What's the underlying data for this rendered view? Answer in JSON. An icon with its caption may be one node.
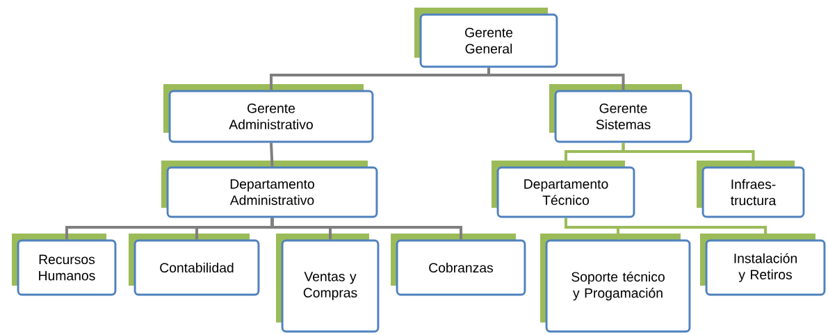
{
  "diagram": {
    "nodes": [
      {
        "text": [
          "Gerente General"
        ]
      },
      {
        "text": [
          "Gerente Administrativo"
        ]
      },
      {
        "text": [
          "Gerente Sistemas"
        ]
      },
      {
        "text": [
          "Departamento Administrativo"
        ]
      },
      {
        "text": [
          "Departamento Técnico"
        ]
      },
      {
        "text": [
          "Infraes- tructura"
        ]
      },
      {
        "text": [
          "Recursos Humanos"
        ]
      },
      {
        "text": [
          "Contabilidad"
        ]
      },
      {
        "text": [
          "Ventas y Compras"
        ]
      },
      {
        "text": [
          "Cobranzas"
        ]
      },
      {
        "text": [
          "Soporte técnico y Progamación"
        ]
      },
      {
        "text": [
          "Instalación y Retiros"
        ]
      }
    ],
    "edges": [
      {
        "from": 0,
        "to": 1,
        "arrow": "none"
      },
      {
        "from": 0,
        "to": 2,
        "arrow": "none"
      },
      {
        "from": 1,
        "to": 3,
        "arrow": "none"
      },
      {
        "from": 3,
        "to": 6,
        "arrow": "none"
      },
      {
        "from": 3,
        "to": 7,
        "arrow": "none"
      },
      {
        "from": 3,
        "to": 8,
        "arrow": "none"
      },
      {
        "from": 3,
        "to": 9,
        "arrow": "none"
      },
      {
        "from": 2,
        "to": 4,
        "arrow": "none",
        "color": "#9bbb59"
      },
      {
        "from": 2,
        "to": 5,
        "arrow": "none",
        "color": "#9bbb59"
      },
      {
        "from": 4,
        "to": 10,
        "arrow": "none",
        "color": "#9bbb59"
      },
      {
        "from": 4,
        "to": 11,
        "arrow": "none",
        "color": "#9bbb59"
      }
    ]
  }
}
